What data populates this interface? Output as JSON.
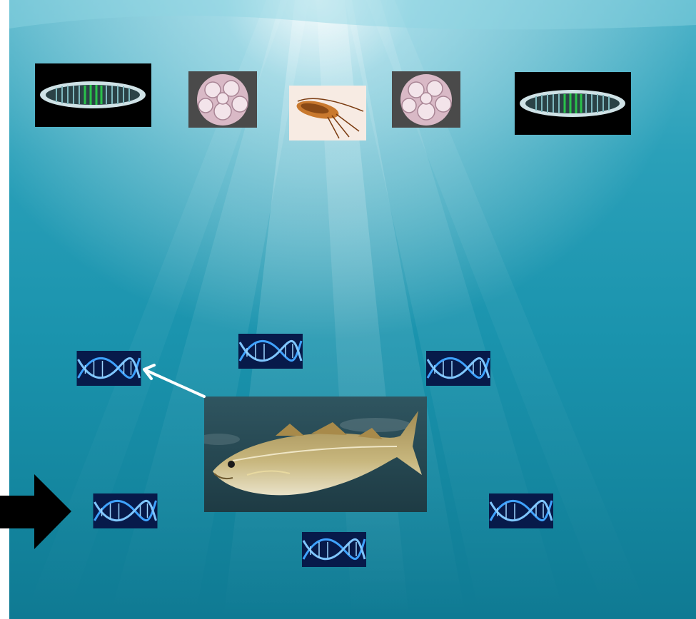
{
  "scene": {
    "background": "underwater-sunlight",
    "colors": {
      "water_light": "#4fb3c9",
      "water_dark": "#0f7a93",
      "arrow_black": "#000000",
      "arrow_white": "#ffffff",
      "dna_blue": "#2f7cff"
    }
  },
  "plankton_row": [
    {
      "kind": "diatom-image"
    },
    {
      "kind": "coccolithophore-image"
    },
    {
      "kind": "copepod-image"
    },
    {
      "kind": "coccolithophore-image"
    },
    {
      "kind": "diatom-image"
    }
  ],
  "center": {
    "kind": "cod-fish-image"
  },
  "dna_images": [
    {
      "kind": "dna-helix-image"
    },
    {
      "kind": "dna-helix-image"
    },
    {
      "kind": "dna-helix-image"
    },
    {
      "kind": "dna-helix-image"
    },
    {
      "kind": "dna-helix-image"
    },
    {
      "kind": "dna-helix-image"
    }
  ],
  "arrows": [
    {
      "kind": "white-pointer-arrow",
      "from": "cod-fish-image",
      "to": "dna-helix-image"
    },
    {
      "kind": "black-block-arrow",
      "to": "dna-helix-image"
    }
  ]
}
